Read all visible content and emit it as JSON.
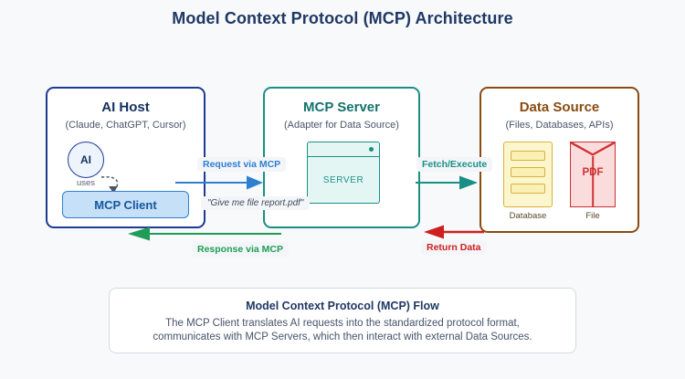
{
  "title": "Model Context Protocol (MCP) Architecture",
  "colors": {
    "title": "#1f3864",
    "host_border": "#1f3a93",
    "server_border": "#1a8f86",
    "datasource_border": "#8a4b10",
    "request_arrow": "#2f7fd1",
    "response_arrow": "#1f9d55",
    "fetch_arrow": "#1a8f86",
    "return_arrow": "#cf2020",
    "background": "#f7f9fb"
  },
  "host": {
    "title": "AI Host",
    "subtitle": "(Claude, ChatGPT, Cursor)",
    "ai_badge": "AI",
    "uses_label": "uses",
    "client_label": "MCP Client"
  },
  "server": {
    "title": "MCP Server",
    "subtitle": "(Adapter for Data Source)",
    "window_label": "SERVER"
  },
  "datasource": {
    "title": "Data Source",
    "subtitle": "(Files, Databases, APIs)",
    "database_caption": "Database",
    "file_caption": "File",
    "file_type": "PDF"
  },
  "flows": {
    "request": "Request via MCP",
    "request_example": "\"Give me file report.pdf\"",
    "response": "Response via MCP",
    "fetch": "Fetch/Execute",
    "return": "Return Data"
  },
  "footer": {
    "title": "Model Context Protocol (MCP) Flow",
    "line1": "The MCP Client translates AI requests into the standardized protocol format,",
    "line2": "communicates with MCP Servers, which then interact with external Data Sources."
  }
}
